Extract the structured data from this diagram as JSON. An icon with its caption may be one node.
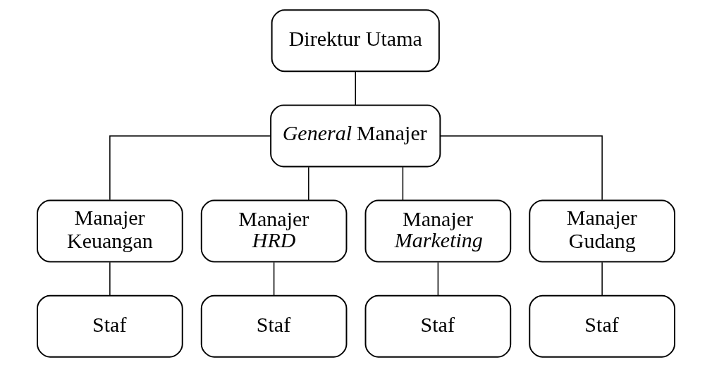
{
  "diagram": {
    "nodes": [
      {
        "text": [
          "Direktur Utama"
        ]
      },
      {
        "text": [
          "*General* Manajer"
        ]
      },
      {
        "text": [
          "Manajer Keuangan"
        ]
      },
      {
        "text": [
          "Manajer *HRD*"
        ]
      },
      {
        "text": [
          "Manajer *Marketing*"
        ]
      },
      {
        "text": [
          "Manajer Gudang"
        ]
      },
      {
        "text": [
          "Staf"
        ]
      },
      {
        "text": [
          "Staf"
        ]
      },
      {
        "text": [
          "Staf"
        ]
      },
      {
        "text": [
          "Staf"
        ]
      }
    ],
    "edges": [
      {
        "from": 0,
        "to": 1,
        "arrow": "none"
      },
      {
        "from": 1,
        "to": 2,
        "arrow": "none"
      },
      {
        "from": 1,
        "to": 3,
        "arrow": "none"
      },
      {
        "from": 1,
        "to": 4,
        "arrow": "none"
      },
      {
        "from": 1,
        "to": 5,
        "arrow": "none"
      },
      {
        "from": 2,
        "to": 6,
        "arrow": "none"
      },
      {
        "from": 3,
        "to": 7,
        "arrow": "none"
      },
      {
        "from": 4,
        "to": 8,
        "arrow": "none"
      },
      {
        "from": 5,
        "to": 9,
        "arrow": "none"
      }
    ]
  }
}
